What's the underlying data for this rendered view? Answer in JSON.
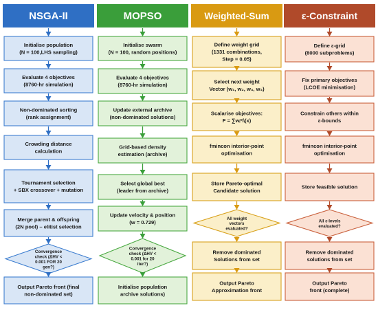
{
  "columns": [
    {
      "id": "nsga2",
      "title": "NSGA-II",
      "colors": {
        "header": "#2f6fc4",
        "fill": "#d9e6f6",
        "stroke": "#3f7fd0",
        "arrow": "#2f6fc4"
      },
      "nodes": [
        {
          "type": "process",
          "lines": [
            "Initialise population",
            "(N = 100,LHS sampling)"
          ]
        },
        {
          "type": "process",
          "lines": [
            "Evaluate 4 objectives",
            "(8760-hr simulation)"
          ]
        },
        {
          "type": "process",
          "lines": [
            "Non-dominated sorting",
            "(rank assignment)"
          ]
        },
        {
          "type": "process",
          "lines": [
            "Crowding distance",
            "calculation"
          ]
        },
        {
          "type": "process",
          "lines": [
            "Tournament selection",
            "+ SBX crossover + mutation"
          ]
        },
        {
          "type": "process",
          "lines": [
            "Merge parent & offspring",
            "(2N pool) – elitist selection"
          ]
        },
        {
          "type": "decision",
          "lines": [
            "Convergence",
            "check (ΔHV <",
            "0.001 FOR 20",
            "gen?)"
          ]
        },
        {
          "type": "process",
          "lines": [
            "Output Pareto front (final",
            "non-dominated set)"
          ]
        }
      ]
    },
    {
      "id": "mopso",
      "title": "MOPSO",
      "colors": {
        "header": "#3a9e3a",
        "fill": "#e2f2da",
        "stroke": "#4caa44",
        "arrow": "#3a9e3a"
      },
      "nodes": [
        {
          "type": "process",
          "lines": [
            "Initialise swarm",
            "(N = 100, random positions)"
          ]
        },
        {
          "type": "process",
          "lines": [
            "Evaluate 4 objectives",
            "(8760-hr simulation)"
          ]
        },
        {
          "type": "process",
          "lines": [
            "Update external archive",
            "(non-dominated solutions)"
          ]
        },
        {
          "type": "process",
          "lines": [
            "Grid-based density",
            "estimation (archive)"
          ]
        },
        {
          "type": "process",
          "lines": [
            "Select global best",
            "(leader from archive)"
          ]
        },
        {
          "type": "process",
          "lines": [
            "Update velocity & position",
            "(w = 0.729)"
          ]
        },
        {
          "type": "decision",
          "lines": [
            "Convergence",
            "check (ΔHV <",
            "0.001 for 20",
            "iter?)"
          ]
        },
        {
          "type": "process",
          "lines": [
            "Initialise population",
            "archive solutions)"
          ]
        }
      ]
    },
    {
      "id": "weighted-sum",
      "title": "Weighted-Sum",
      "colors": {
        "header": "#d99a12",
        "fill": "#fbefc9",
        "stroke": "#d9a21e",
        "arrow": "#d99a12"
      },
      "nodes": [
        {
          "type": "process",
          "lines": [
            "Define weight grid",
            "(1331 combinations,",
            "Step = 0.05)"
          ]
        },
        {
          "type": "process",
          "lines": [
            "Select next weight",
            "Vector (w₁, w₂, w₃, w₄)"
          ]
        },
        {
          "type": "process",
          "lines": [
            "Scalarise objectives:",
            "F = ∑wᵢ*fᵢ(x)"
          ]
        },
        {
          "type": "process",
          "lines": [
            "fmincon interior-point",
            "optimisation"
          ]
        },
        {
          "type": "process",
          "lines": [
            "Store Pareto-optimal",
            "Candidate solution"
          ]
        },
        {
          "type": "decision",
          "lines": [
            "All weight",
            "vectors",
            "evaluated?"
          ]
        },
        {
          "type": "process",
          "lines": [
            "Remove dominated",
            "Solutions from set"
          ]
        },
        {
          "type": "process",
          "lines": [
            "Output Pareto",
            "Approximation front"
          ]
        }
      ]
    },
    {
      "id": "epsilon-constraint",
      "title": "ε-Constraint",
      "colors": {
        "header": "#b04a2a",
        "fill": "#fbe1d4",
        "stroke": "#c9603c",
        "arrow": "#b04a2a"
      },
      "nodes": [
        {
          "type": "process",
          "lines": [
            "Define ε-grid",
            "(8000 subproblems)"
          ]
        },
        {
          "type": "process",
          "lines": [
            "Fix primary objectives",
            "(LCOE minimisation)"
          ]
        },
        {
          "type": "process",
          "lines": [
            "Constrain others within",
            "ε-bounds"
          ]
        },
        {
          "type": "process",
          "lines": [
            "fmincon interior-point",
            "optimisation"
          ]
        },
        {
          "type": "process",
          "lines": [
            "Store feasible solution"
          ]
        },
        {
          "type": "decision",
          "lines": [
            "All ε-levels",
            "evaluated?"
          ]
        },
        {
          "type": "process",
          "lines": [
            "Remove dominated",
            "solutions from set"
          ]
        },
        {
          "type": "process",
          "lines": [
            "Output Pareto",
            "front (complete)"
          ]
        }
      ]
    }
  ]
}
